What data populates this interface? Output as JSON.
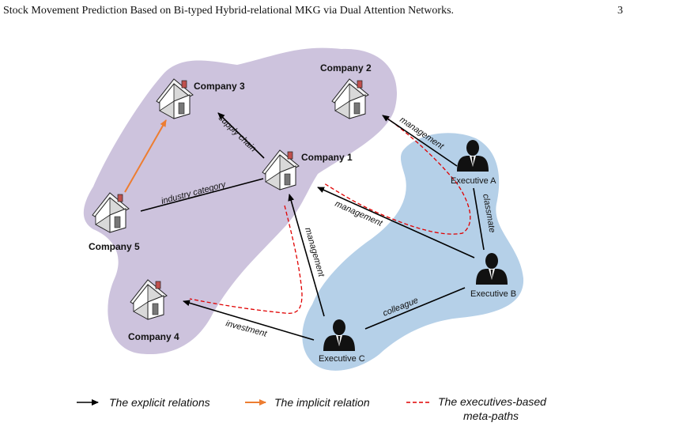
{
  "header": {
    "title": "Stock Movement Prediction Based on Bi-typed Hybrid-relational MKG via Dual Attention Networks.",
    "page_number": "3"
  },
  "figure": {
    "companies": {
      "c1": "Company 1",
      "c2": "Company 2",
      "c3": "Company 3",
      "c4": "Company 4",
      "c5": "Company 5"
    },
    "executives": {
      "a": "Executive A",
      "b": "Executive B",
      "c": "Executive C"
    },
    "edges": {
      "supply_chain": "supply chain",
      "industry_category": "industry category",
      "management_a": "management",
      "management_b": "management",
      "management_c": "management",
      "classmate": "classmate",
      "colleague": "colleague",
      "investment": "investment"
    },
    "legend": {
      "explicit": "The explicit relations",
      "implicit": "The implicit  relation",
      "meta_line1": "The executives-based",
      "meta_line2": "meta-paths"
    },
    "colors": {
      "company_region": "#cdc3dd",
      "executive_region": "#b5d0e8",
      "explicit": "#000000",
      "implicit": "#ed7d31",
      "meta_path": "#e00000"
    }
  }
}
